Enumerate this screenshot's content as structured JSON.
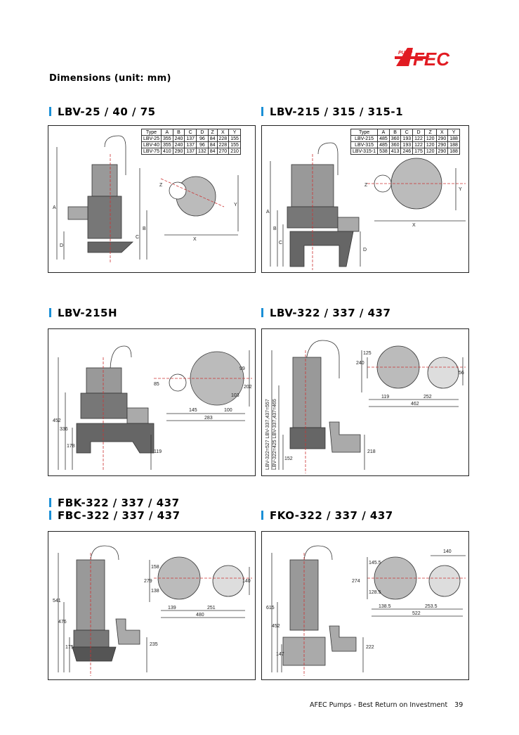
{
  "brand": {
    "logo_text": "AFEC",
    "logo_subtext": "PUMP",
    "accent_color": "#e11b22"
  },
  "heading": "Dimensions (unit: mm)",
  "sections": [
    {
      "title": "LBV-25 / 40 / 75",
      "table": {
        "headers": [
          "Type",
          "A",
          "B",
          "C",
          "D",
          "Z",
          "X",
          "Y"
        ],
        "rows": [
          [
            "LBV-25",
            "355",
            "240",
            "137",
            "96",
            "84",
            "228",
            "155"
          ],
          [
            "LBV-40",
            "355",
            "240",
            "137",
            "96",
            "84",
            "228",
            "155"
          ],
          [
            "LBV-75",
            "410",
            "290",
            "137",
            "132",
            "84",
            "270",
            "210"
          ]
        ]
      },
      "labels": [
        "A",
        "B",
        "C",
        "D",
        "Z",
        "X",
        "Y"
      ]
    },
    {
      "title": "LBV-215 / 315 / 315-1",
      "table": {
        "headers": [
          "Type",
          "A",
          "B",
          "C",
          "D",
          "Z",
          "X",
          "Y"
        ],
        "rows": [
          [
            "LBV-215",
            "485",
            "360",
            "193",
            "122",
            "120",
            "290",
            "188"
          ],
          [
            "LBV-315",
            "485",
            "360",
            "193",
            "122",
            "120",
            "290",
            "188"
          ],
          [
            "LBV-315-1",
            "538",
            "413",
            "246",
            "175",
            "120",
            "290",
            "188"
          ]
        ]
      },
      "labels": [
        "A",
        "B",
        "C",
        "D",
        "Z",
        "X",
        "Y"
      ]
    },
    {
      "title": "LBV-215H",
      "labels": [
        "452",
        "336",
        "178",
        "119",
        "85",
        "145",
        "100",
        "283",
        "99",
        "103",
        "202"
      ]
    },
    {
      "title": "LBV-322 / 337 / 437",
      "labels": [
        "LBV-322=527 LBV-337,437=557",
        "LBV-322=425 LBV-337,437=465",
        "152",
        "218",
        "240",
        "125",
        "119",
        "252",
        "462",
        "56"
      ]
    },
    {
      "title_lines": [
        "FBK-322 / 337 / 437",
        "FBC-322 / 337 / 437"
      ],
      "labels": [
        "541",
        "476",
        "175",
        "235",
        "279",
        "158",
        "138",
        "139",
        "251",
        "480",
        "140"
      ]
    },
    {
      "title": "FKO-322 / 337 / 437",
      "labels": [
        "615",
        "452",
        "147",
        "222",
        "274",
        "145.5",
        "128.5",
        "138.5",
        "253.5",
        "522",
        "140"
      ]
    }
  ],
  "footer": {
    "text": "AFEC Pumps - Best Return on Investment",
    "page": "39"
  }
}
